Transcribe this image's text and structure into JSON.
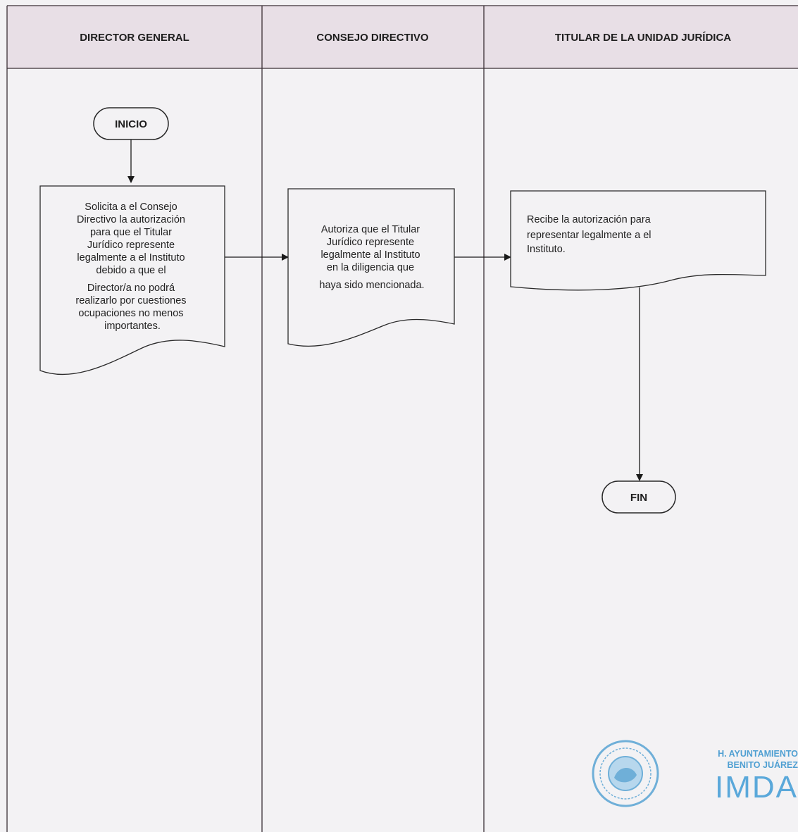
{
  "lanes": [
    {
      "title": "DIRECTOR GENERAL"
    },
    {
      "title": "CONSEJO DIRECTIVO"
    },
    {
      "title": "TITULAR DE LA UNIDAD JURÍDICA"
    }
  ],
  "start": {
    "label": "INICIO"
  },
  "end": {
    "label": "FIN"
  },
  "steps": [
    {
      "lane": "DIRECTOR GENERAL",
      "lines": [
        "Solicita a el Consejo",
        "Directivo la autorización",
        "para que el Titular",
        "Jurídico represente",
        "legalmente a el Instituto",
        "debido a que el",
        "Director/a no podrá",
        "realizarlo por cuestiones",
        "ocupaciones no menos",
        "importantes."
      ]
    },
    {
      "lane": "CONSEJO DIRECTIVO",
      "lines": [
        "Autoriza que el Titular",
        "Jurídico represente",
        "legalmente al Instituto",
        "en la diligencia que",
        "haya sido mencionada."
      ]
    },
    {
      "lane": "TITULAR DE LA UNIDAD JURÍDICA",
      "lines": [
        "Recibe la autorización para",
        "representar legalmente a el",
        "Instituto."
      ]
    }
  ],
  "stamp": {
    "line1": "H. AYUNTAMIENTO",
    "line2": "BENITO JUÁREZ",
    "logo": "IMDA"
  },
  "colors": {
    "header_bg": "#e8dfe6",
    "line": "#3a2f35",
    "stamp": "#4f9fd2"
  }
}
